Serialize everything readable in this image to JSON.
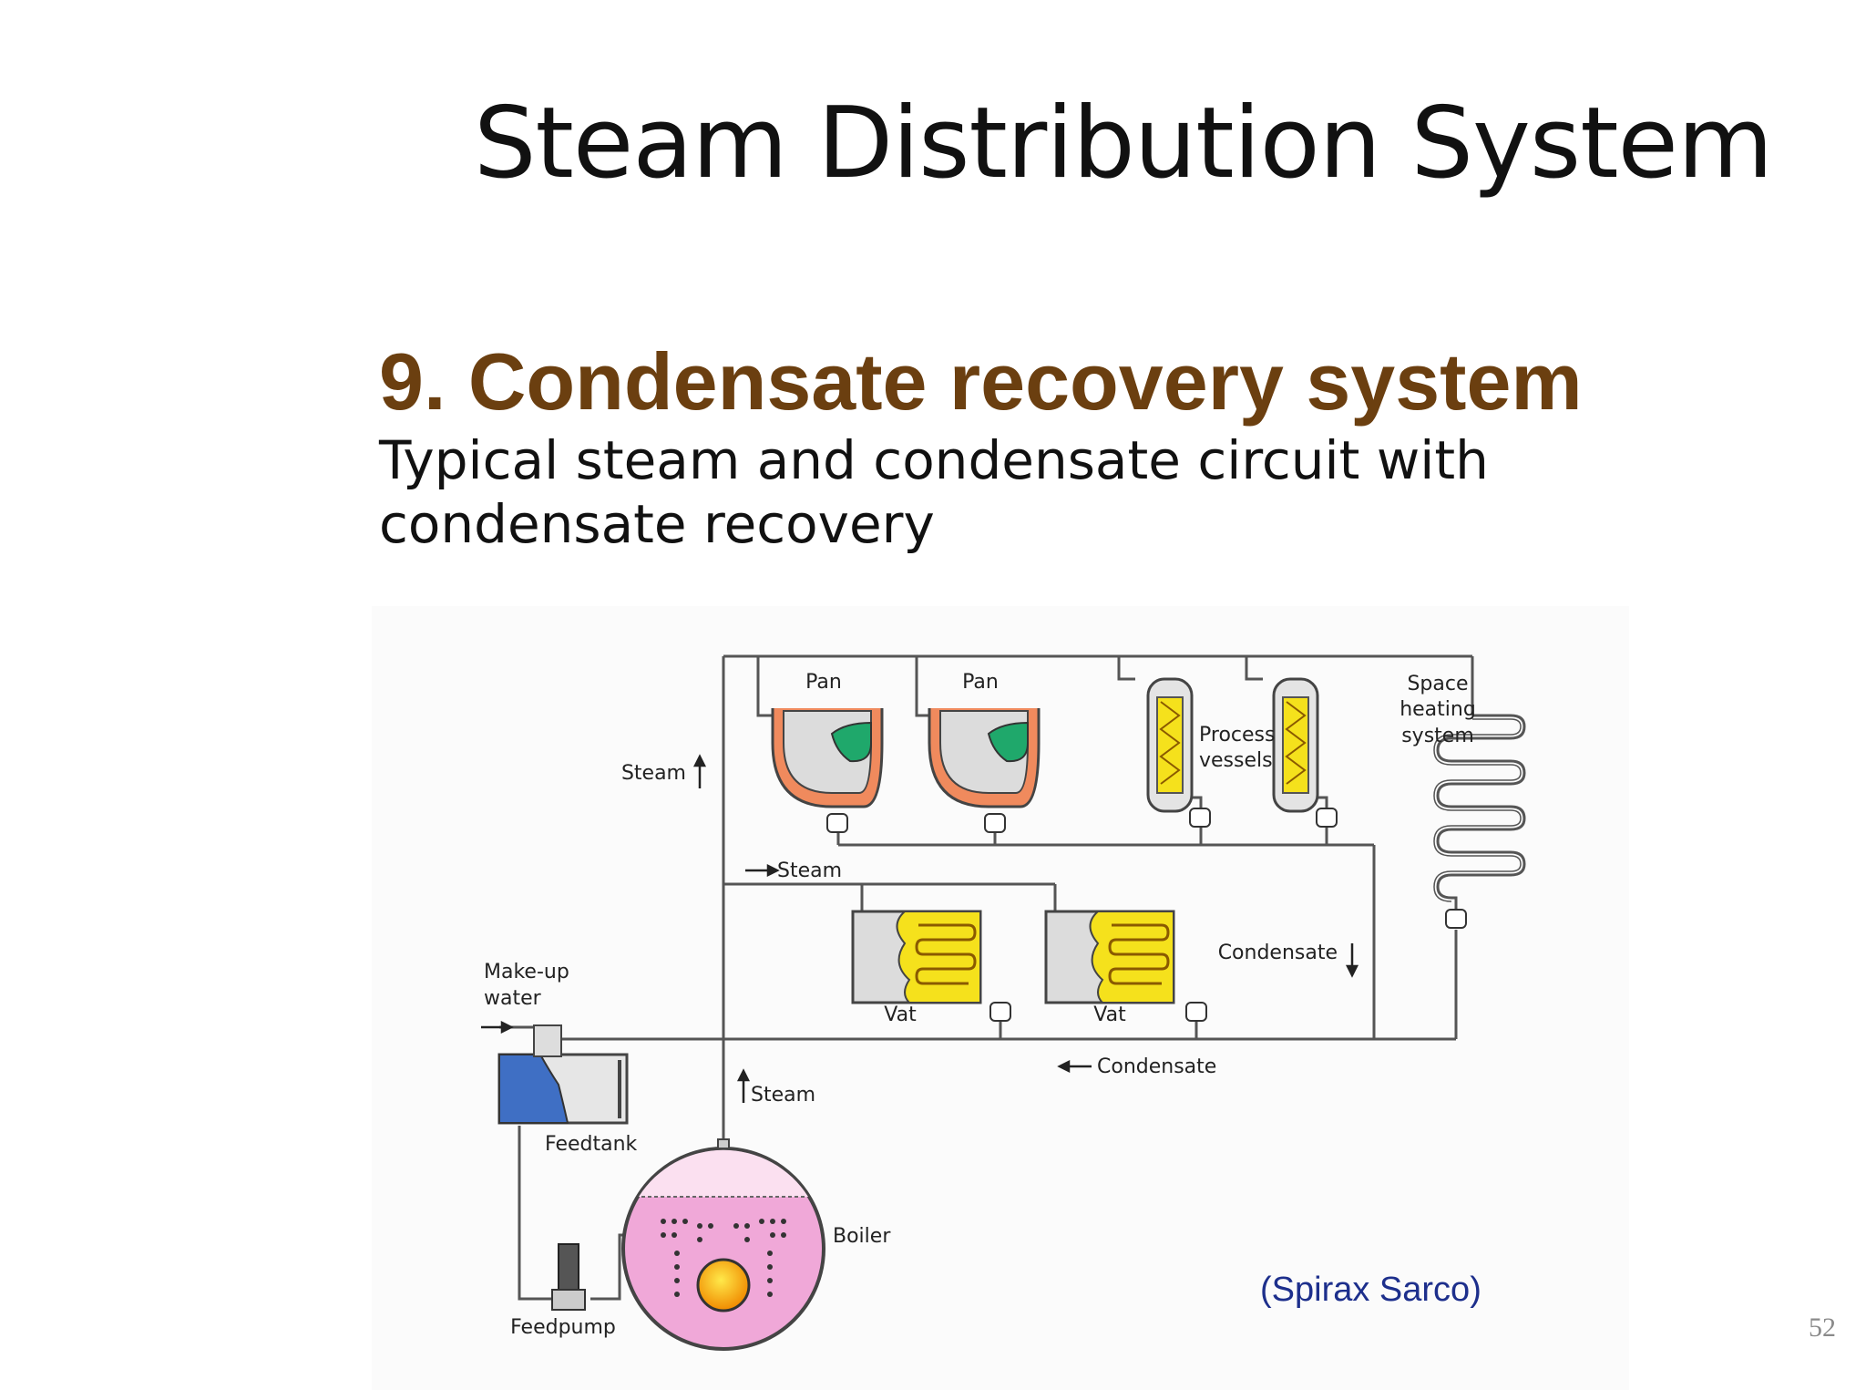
{
  "slide": {
    "title": "Steam Distribution System",
    "heading": "9. Condensate recovery system",
    "subtitle": "Typical steam and condensate circuit with condensate recovery",
    "credit": "(Spirax Sarco)",
    "page_number": "52"
  },
  "diagram": {
    "labels": {
      "pan_1": "Pan",
      "pan_2": "Pan",
      "process_vessels_line1": "Process",
      "process_vessels_line2": "vessels",
      "space_heating_line1": "Space",
      "space_heating_line2": "heating",
      "space_heating_line3": "system",
      "steam_up": "Steam",
      "steam_right": "Steam",
      "steam_boiler": "Steam",
      "condensate_down": "Condensate",
      "condensate_left": "Condensate",
      "vat_1": "Vat",
      "vat_2": "Vat",
      "makeup_line1": "Make-up",
      "makeup_line2": "water",
      "feedtank": "Feedtank",
      "boiler": "Boiler",
      "feedpump": "Feedpump"
    },
    "colors": {
      "pan_jacket": "#f08a5d",
      "pan_liquid": "#1fa86b",
      "coil": "#f5e11c",
      "feedtank_water": "#3f6fc4",
      "boiler_body": "#f0a8d8",
      "burner": "#f5b800",
      "pipe": "#555555"
    }
  }
}
